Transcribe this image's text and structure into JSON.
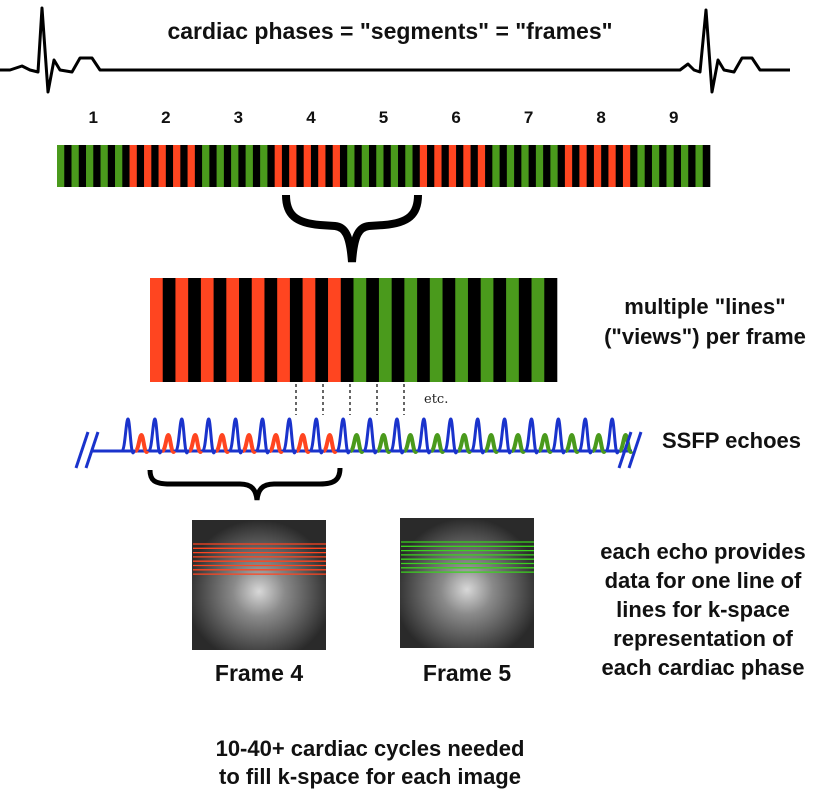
{
  "title": "cardiac phases = \"segments\" = \"frames\"",
  "phase_numbers": [
    "1",
    "2",
    "3",
    "4",
    "5",
    "6",
    "7",
    "8",
    "9"
  ],
  "views_label_line1": "multiple \"lines\"",
  "views_label_line2": "(\"views\") per frame",
  "etc_label": "etc.",
  "echoes_label": "SSFP echoes",
  "frame4_label": "Frame 4",
  "frame5_label": "Frame 5",
  "echo_note": [
    "each echo provides",
    "data for one line of",
    "lines for k-space",
    "representation of",
    "each cardiac phase"
  ],
  "bottom_note": [
    "10-40+ cardiac cycles needed",
    "to fill k-space for each image"
  ],
  "colors": {
    "red": "#ff4520",
    "green": "#4a9a1c",
    "black": "#000000",
    "blue": "#1a33cc",
    "ecg": "#000000"
  },
  "segment_colors": [
    "green",
    "red",
    "green",
    "red",
    "green",
    "red",
    "green",
    "red",
    "green"
  ],
  "views_colors": [
    "red",
    "green"
  ],
  "echo_colors": [
    "blue",
    "red",
    "blue",
    "red",
    "blue",
    "red",
    "blue",
    "red",
    "blue",
    "red",
    "blue",
    "red",
    "blue",
    "red",
    "blue",
    "red",
    "blue",
    "green",
    "blue",
    "green",
    "blue",
    "green",
    "blue",
    "green",
    "blue",
    "green",
    "blue",
    "green",
    "blue",
    "green",
    "blue",
    "green",
    "blue",
    "green",
    "blue",
    "green",
    "blue",
    "green"
  ]
}
